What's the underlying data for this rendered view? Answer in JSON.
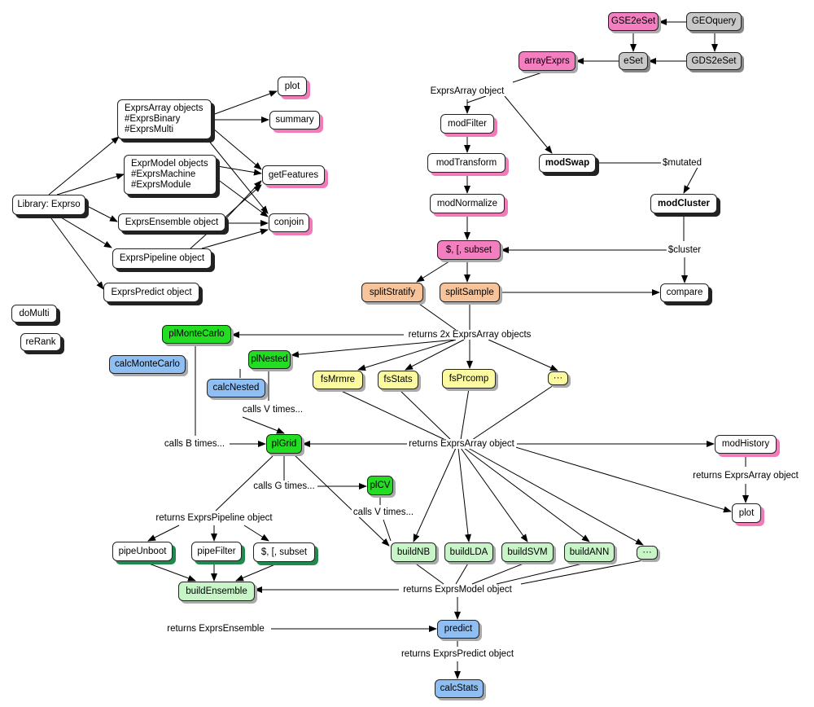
{
  "nodes": {
    "geoquery": "GEOquery",
    "gse2eset": "GSE2eSet",
    "eset": "eSet",
    "gds2eset": "GDS2eSet",
    "arrayexprs": "arrayExprs",
    "library": "Library: Exprso",
    "exprsarray_objects": "ExprsArray objects\n#ExprsBinary\n#ExprsMulti",
    "exprmodel_objects": "ExprModel objects\n#ExprsMachine\n#ExprsModule",
    "exprsensemble_object": "ExprsEnsemble object",
    "exprspipeline_object": "ExprsPipeline object",
    "exprspredict_object": "ExprsPredict object",
    "plot_top": "plot",
    "summary": "summary",
    "getfeatures": "getFeatures",
    "conjoin": "conjoin",
    "domulti": "doMulti",
    "rerank": "reRank",
    "modfilter": "modFilter",
    "modtransform": "modTransform",
    "modnormalize": "modNormalize",
    "modswap": "modSwap",
    "modcluster": "modCluster",
    "subset_top": "$, [, subset",
    "splitstratify": "splitStratify",
    "splitsample": "splitSample",
    "compare": "compare",
    "plmontecarlo": "plMonteCarlo",
    "calcmontecarlo": "calcMonteCarlo",
    "plnested": "plNested",
    "calcnested": "calcNested",
    "fsmrmre": "fsMrmre",
    "fsstats": "fsStats",
    "fsprcomp": "fsPrcomp",
    "fs_more": "···",
    "plgrid": "plGrid",
    "modhistory": "modHistory",
    "plcv": "plCV",
    "plot_bottom": "plot",
    "pipeunboot": "pipeUnboot",
    "pipefilter": "pipeFilter",
    "subset_bottom": "$, [, subset",
    "buildnb": "buildNB",
    "buildlda": "buildLDA",
    "buildsvm": "buildSVM",
    "buildann": "buildANN",
    "build_more": "···",
    "buildensemble": "buildEnsemble",
    "predict": "predict",
    "calcstats": "calcStats"
  },
  "labels": {
    "exprsarray_object": "ExprsArray object",
    "mutated": "$mutated",
    "cluster": "$cluster",
    "returns_2x": "returns 2x ExprsArray objects",
    "calls_v_nested": "calls V times...",
    "calls_b": "calls B times...",
    "returns_exprsarray": "returns ExprsArray object",
    "returns_exprsarray_history": "returns ExprsArray object",
    "calls_g": "calls G times...",
    "calls_v_cv": "calls V times...",
    "returns_pipeline": "returns ExprsPipeline object",
    "returns_model": "returns ExprsModel object",
    "returns_ensemble": "returns ExprsEnsemble",
    "returns_predict": "returns ExprsPredict object"
  },
  "colors": {
    "pink": "#f37ec0",
    "gray": "#c8c8c8",
    "orange": "#f7c39a",
    "blue": "#8fbef2",
    "bright_green": "#22dd22",
    "light_green": "#c8f5c8",
    "yellow": "#fbfaa0",
    "pink_shadow": "#f07bb8",
    "green_shadow": "#1f8a4d"
  }
}
